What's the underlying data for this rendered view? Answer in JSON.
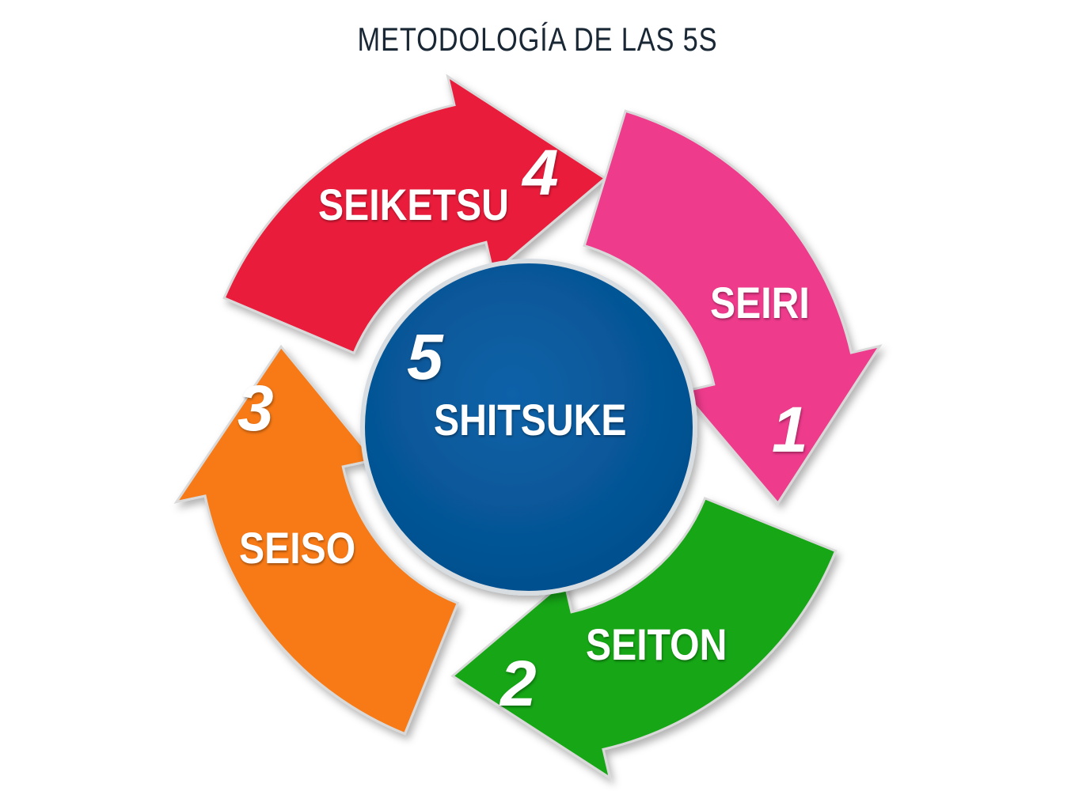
{
  "title": "METODOLOGÍA DE LAS 5S",
  "steps": [
    {
      "number": "1",
      "label": "SEIRI",
      "color": "#ee3a8c"
    },
    {
      "number": "2",
      "label": "SEITON",
      "color": "#13a613"
    },
    {
      "number": "3",
      "label": "SEISO",
      "color": "#f77a14"
    },
    {
      "number": "4",
      "label": "SEIKETSU",
      "color": "#ea1f3a"
    }
  ],
  "center": {
    "number": "5",
    "label": "SHITSUKE",
    "color": "#065a9e"
  }
}
